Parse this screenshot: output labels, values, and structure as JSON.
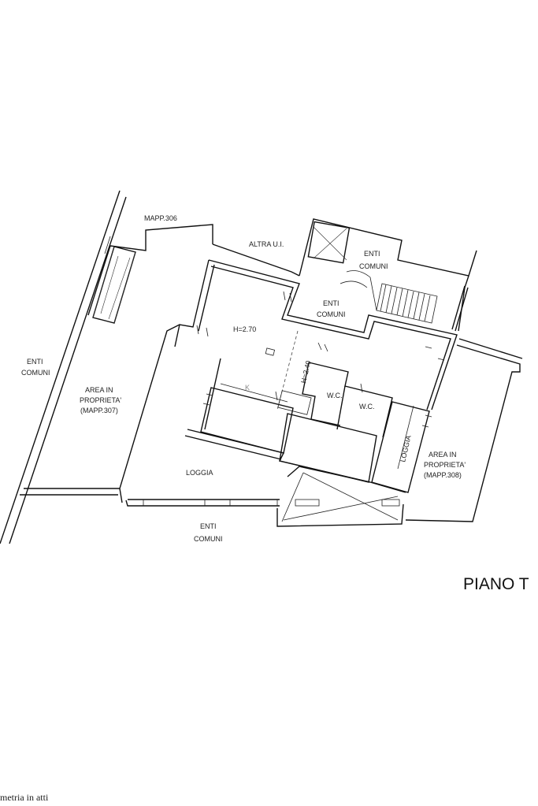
{
  "drawing": {
    "labels": {
      "mapp_306": "MAPP.306",
      "altra_ui": "ALTRA U.I.",
      "enti_comuni_stair_1": "ENTI",
      "enti_comuni_stair_2": "COMUNI",
      "enti_comuni_hall_1": "ENTI",
      "enti_comuni_hall_2": "COMUNI",
      "enti_comuni_left_1": "ENTI",
      "enti_comuni_left_2": "COMUNI",
      "enti_comuni_bottom_1": "ENTI",
      "enti_comuni_bottom_2": "COMUNI",
      "height_main": "H=2.70",
      "height_corridor": "H=2.40",
      "kitchen": "K",
      "wc_1": "W.C.",
      "wc_2": "W.C.",
      "area_307_1": "AREA IN",
      "area_307_2": "PROPRIETA'",
      "area_307_3": "(MAPP.307)",
      "area_308_1": "AREA IN",
      "area_308_2": "PROPRIETA'",
      "area_308_3": "(MAPP.308)",
      "loggia_main": "LOGGIA",
      "loggia_side": "LOGGIA"
    },
    "floor_title": "PIANO T",
    "footer_note": "metria in atti"
  },
  "colors": {
    "line": "#111111",
    "text": "#222222",
    "kitchen_label": "#8a8a8a",
    "background": "#ffffff"
  }
}
